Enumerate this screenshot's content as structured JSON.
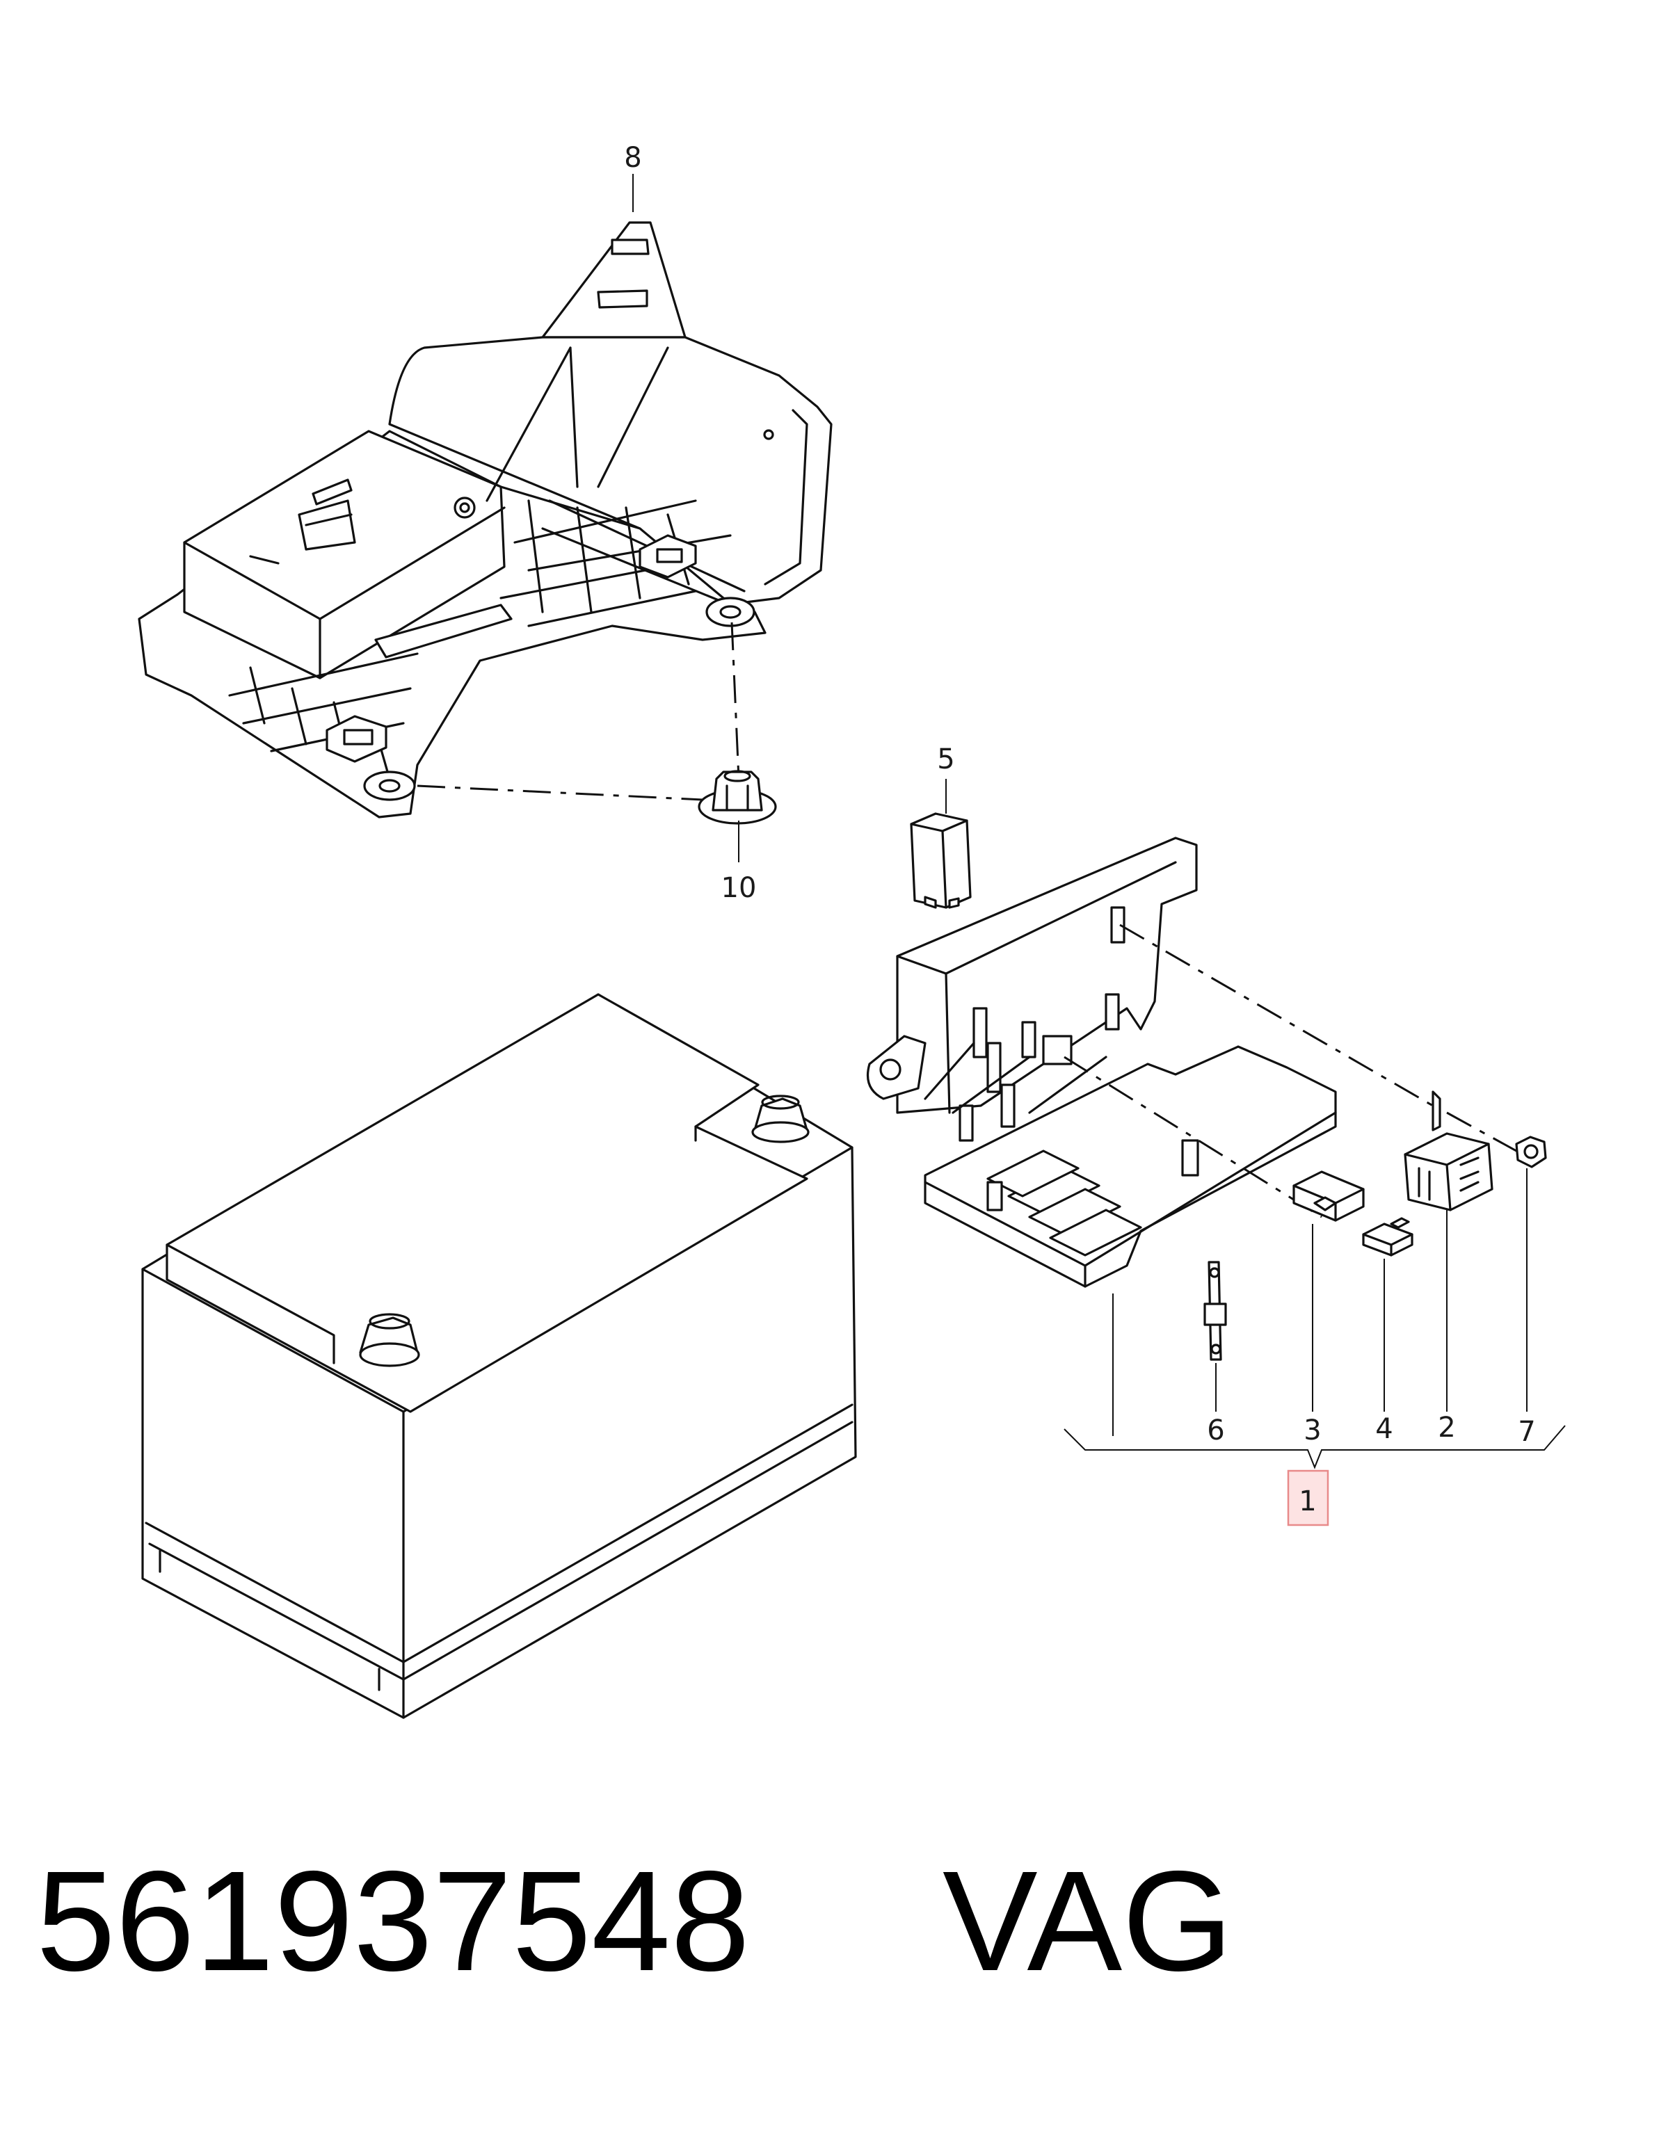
{
  "callouts": {
    "p1": "1",
    "p2": "2",
    "p3": "3",
    "p4": "4",
    "p5": "5",
    "p6": "6",
    "p7": "7",
    "p8": "8",
    "p10": "10"
  },
  "caption": {
    "part_number": "561937548",
    "brand": "VAG"
  },
  "colors": {
    "highlight_fill": "#fde3e3",
    "highlight_stroke": "#e88a8a",
    "line": "#111111"
  }
}
